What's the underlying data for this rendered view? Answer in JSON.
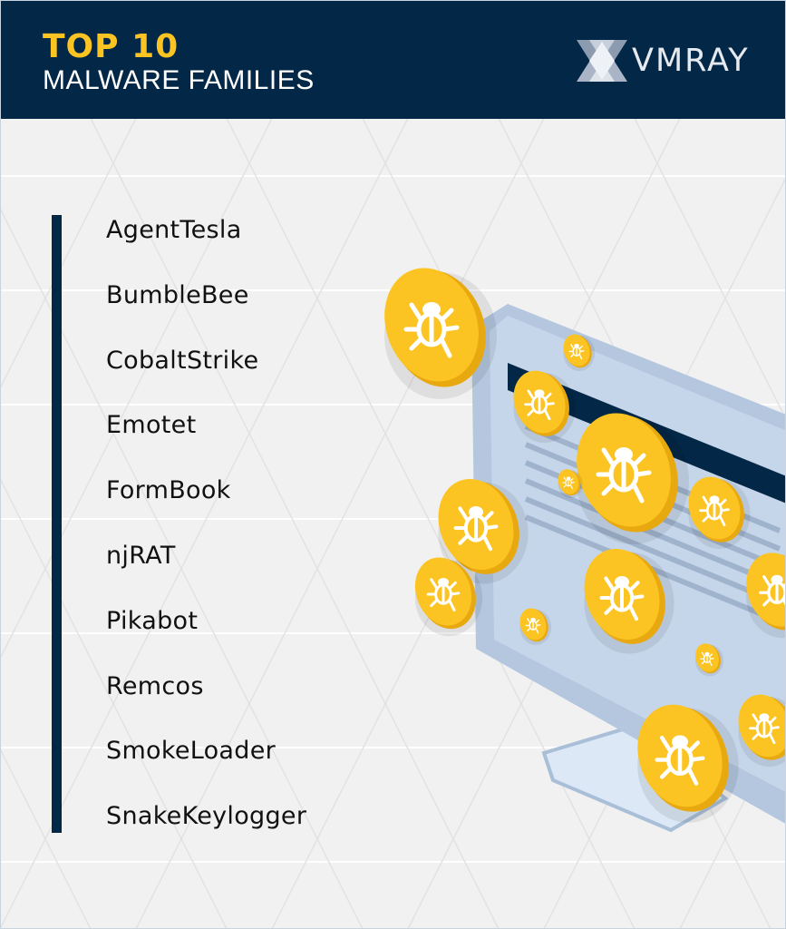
{
  "header": {
    "title_top": "TOP 10",
    "title_sub": "MALWARE FAMILIES",
    "logo_text": "VMRAY",
    "colors": {
      "background": "#032847",
      "accent": "#fcc422",
      "text": "#ffffff"
    }
  },
  "list": {
    "items": [
      "AgentTesla",
      "BumbleBee",
      "CobaltStrike",
      "Emotet",
      "FormBook",
      "njRAT",
      "Pikabot",
      "Remcos",
      "SmokeLoader",
      "SnakeKeylogger"
    ],
    "bar_color": "#032847"
  },
  "illustration": {
    "icon": "bug-icon",
    "coin_color": "#fcc422",
    "monitor_color": "#b8c9de"
  }
}
